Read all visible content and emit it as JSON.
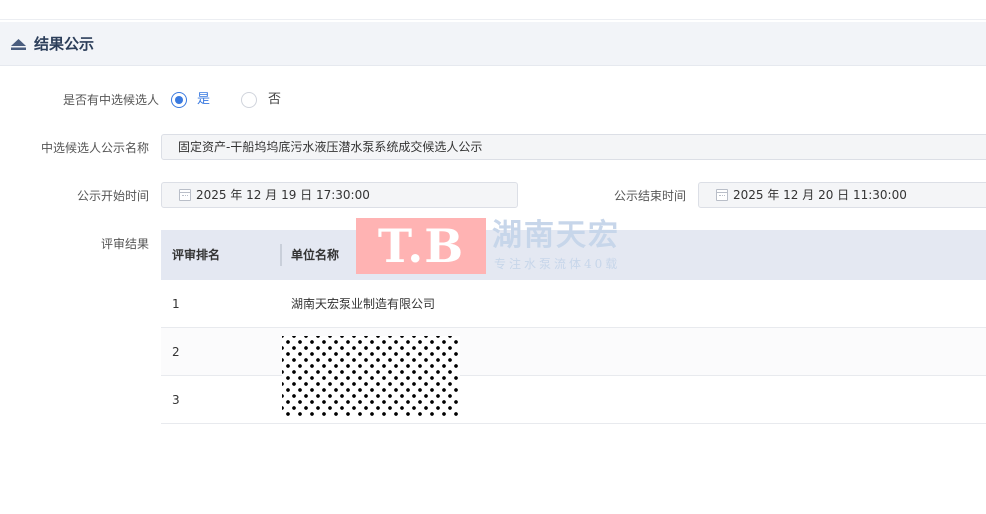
{
  "section": {
    "title": "结果公示",
    "icon": "eject-triangle-icon"
  },
  "form": {
    "has_candidate": {
      "label": "是否有中选候选人",
      "options": [
        {
          "label": "是",
          "checked": true
        },
        {
          "label": "否",
          "checked": false
        }
      ]
    },
    "notice_name": {
      "label": "中选候选人公示名称",
      "value": "固定资产-干船坞坞底污水液压潜水泵系统成交候选人公示"
    },
    "start_time": {
      "label": "公示开始时间",
      "value": "2025 年 12 月 19 日 17:30:00",
      "icon": "calendar-icon"
    },
    "end_time": {
      "label": "公示结束时间",
      "value": "2025 年 12 月 20 日 11:30:00",
      "icon": "calendar-icon"
    },
    "review": {
      "label": "评审结果",
      "columns": [
        "评审排名",
        "单位名称"
      ],
      "rows": [
        {
          "rank": "1",
          "name": "湖南天宏泵业制造有限公司"
        },
        {
          "rank": "2",
          "name": ""
        },
        {
          "rank": "3",
          "name": ""
        }
      ]
    }
  },
  "watermark": {
    "logo_text": "T.B",
    "company": "湖南天宏",
    "slogan": "专注水泵流体40载"
  },
  "colors": {
    "accent": "#3a7ae0",
    "header_bg": "#f2f4f8",
    "table_header_bg": "#e4e8f2",
    "watermark_logo": "#ffb3b3"
  }
}
